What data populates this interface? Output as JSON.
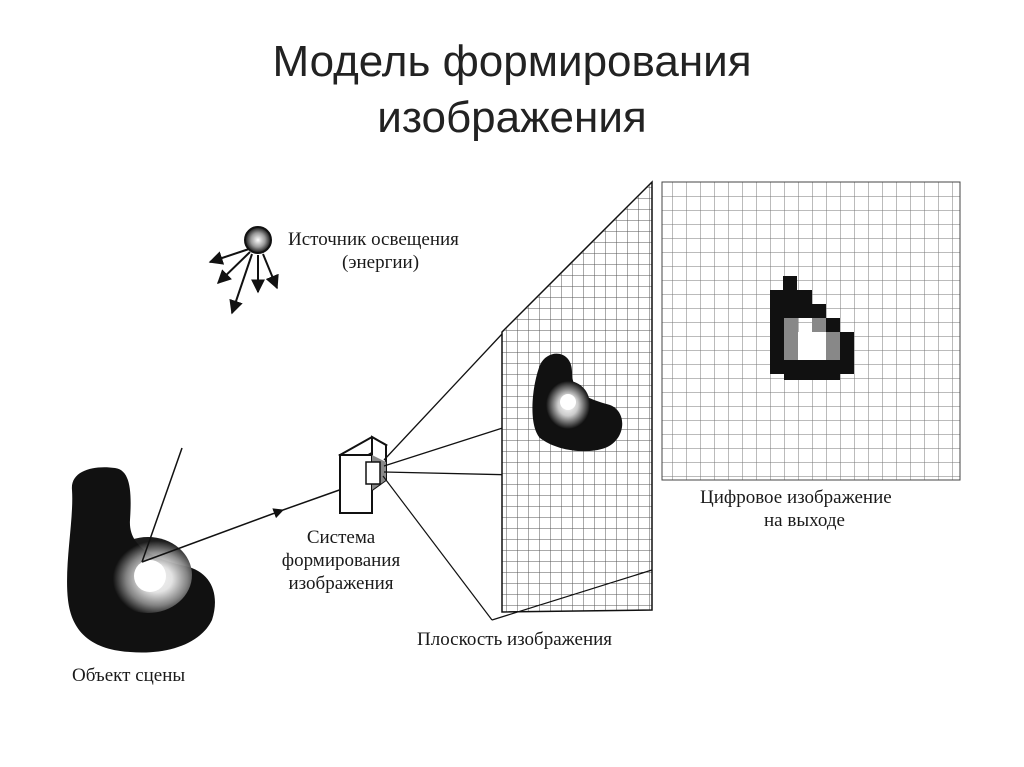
{
  "slide": {
    "title_line1": "Модель формирования",
    "title_line2": "изображения"
  },
  "diagram": {
    "light_source_label_line1": "Источник освещения",
    "light_source_label_line2": "(энергии)",
    "imaging_system_label_line1": "Система",
    "imaging_system_label_line2": "формирования",
    "imaging_system_label_line3": "изображения",
    "image_plane_label": "Плоскость изображения",
    "digital_output_label_line1": "Цифровое изображение",
    "digital_output_label_line2": "на выходе",
    "scene_object_label": "Объект сцены"
  }
}
